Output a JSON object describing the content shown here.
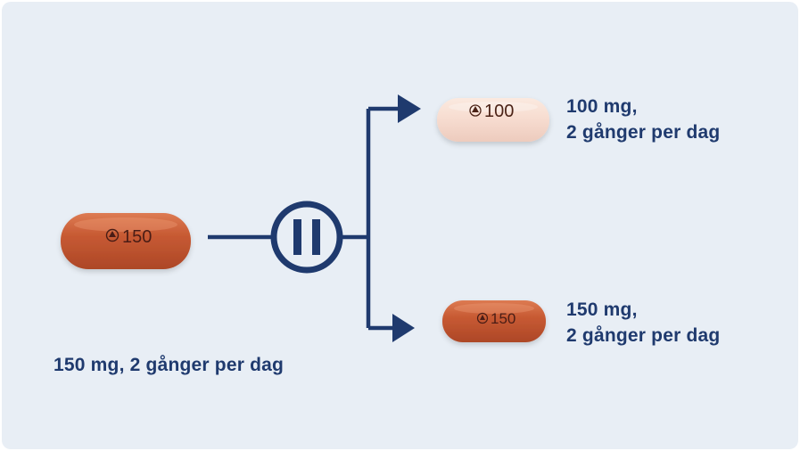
{
  "start_dose": {
    "pill_imprint": "150",
    "label": "150 mg, 2 gånger per dag"
  },
  "pause_symbol": "pause-icon",
  "branches": [
    {
      "pill_imprint": "100",
      "label_line1": "100 mg,",
      "label_line2": "2 gånger per dag"
    },
    {
      "pill_imprint": "150",
      "label_line1": "150 mg,",
      "label_line2": "2 gånger per dag"
    }
  ],
  "colors": {
    "background": "#e8eef5",
    "navy": "#1f3a6e",
    "pill_orange": "#c75a33",
    "pill_light": "#f7ddd1",
    "imprint_dark": "#5a2a1b"
  }
}
